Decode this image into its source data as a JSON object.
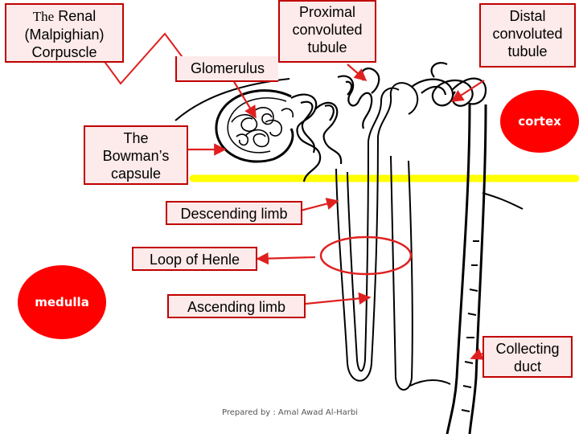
{
  "labels": {
    "renal_prefix": "The",
    "renal_line1": "Renal",
    "renal_line2": "(Malpighian)",
    "renal_line3": "Corpuscle",
    "glomerulus": "Glomerulus",
    "pct_line1": "Proximal",
    "pct_line2": "convoluted",
    "pct_line3": "tubule",
    "dct_line1": "Distal",
    "dct_line2": "convoluted",
    "dct_line3": "tubule",
    "cortex": "cortex",
    "bowman_line1": "The",
    "bowman_line2": "Bowman’s",
    "bowman_line3": "capsule",
    "descending_limb": "Descending limb",
    "loop_of_henle": "Loop of Henle",
    "medulla": "medulla",
    "ascending_limb": "Ascending limb",
    "collecting_line1": "Collecting",
    "collecting_line2": "duct"
  },
  "credit": "Prepared by : Amal Awad Al-Harbi",
  "colors": {
    "label_border": "#c00000",
    "label_fill": "#fdeaea",
    "arrow": "#e02020",
    "zone_circle": "#ff0000",
    "zone_line": "#ffff00",
    "drawing": "#000000"
  }
}
